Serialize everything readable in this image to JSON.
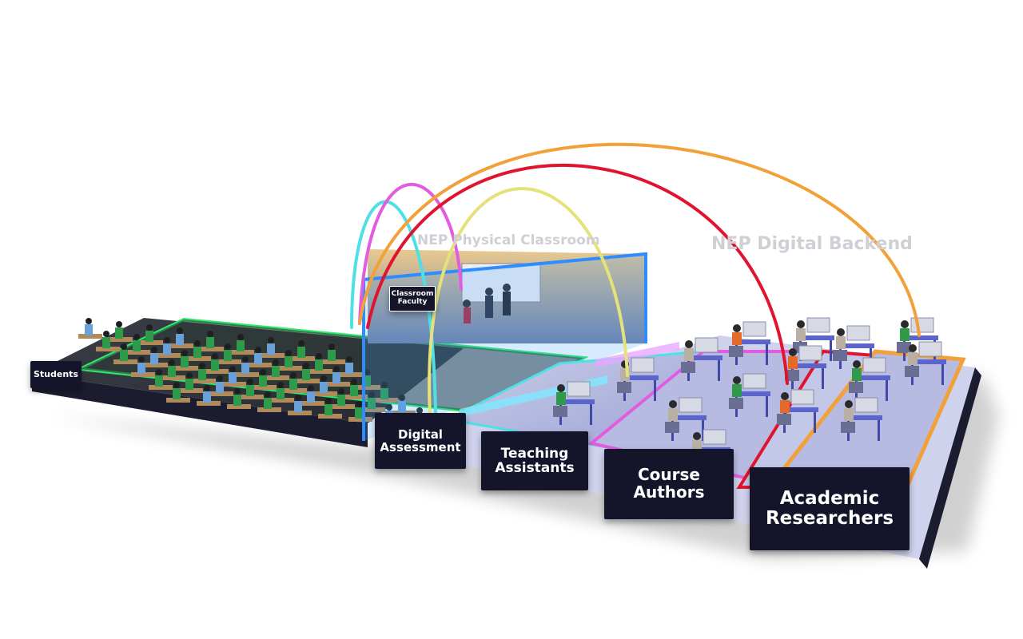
{
  "regions": {
    "physical": "NEP Physical Classroom",
    "digital": "NEP Digital Backend"
  },
  "labels": {
    "students": "Students",
    "faculty": "Classroom\nFaculty",
    "assessment": "Digital\nAssessment",
    "assistants": "Teaching\nAssistants",
    "authors": "Course\nAuthors",
    "researchers": "Academic\nResearchers"
  },
  "colors": {
    "platform_dark": "#1c1c30",
    "classroom_green": "#2ee86b",
    "screen_blue": "#2f8cff",
    "arc_cyan": "#4fe0e6",
    "arc_magenta": "#e25ce0",
    "arc_red": "#e0142e",
    "arc_yellow": "#e5e27a",
    "arc_orange": "#f2a03a",
    "student_shirt": "#2e9a4a",
    "researcher_shirt": "#e56a2a"
  }
}
